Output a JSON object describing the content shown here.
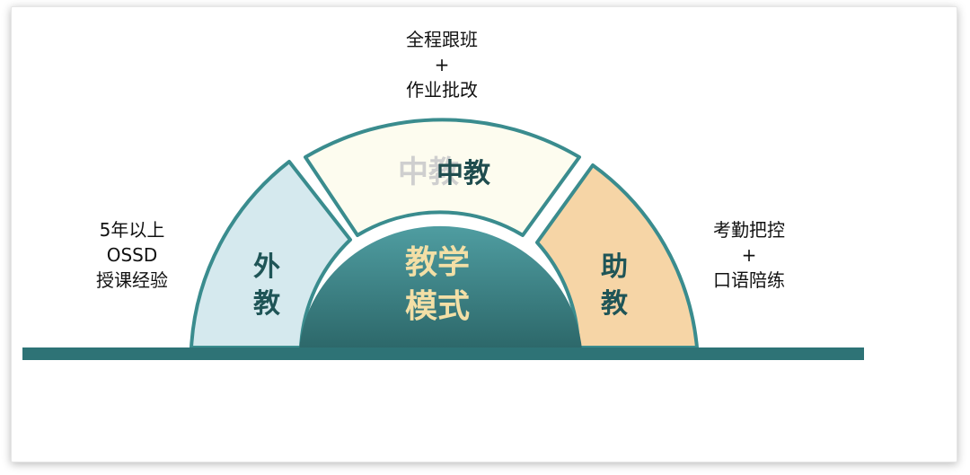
{
  "center": {
    "line1": "教学",
    "line2": "模式"
  },
  "left_segment": {
    "line1": "外",
    "line2": "教"
  },
  "top_segment": {
    "title": "中教",
    "ghost": "中教"
  },
  "right_segment": {
    "line1": "助",
    "line2": "教"
  },
  "left_note": {
    "line1": "5年以上",
    "line2": "OSSD",
    "line3": "授课经验"
  },
  "top_note": {
    "line1": "全程跟班",
    "line2": "+",
    "line3": "作业批改"
  },
  "right_note": {
    "line1": "考勤把控",
    "line2": "+",
    "line3": "口语陪练"
  },
  "colors": {
    "teal_dark": "#2c6f72",
    "teal": "#3a8c8e",
    "left_fill": "#d5e9ee",
    "top_fill": "#fdfcef",
    "right_fill": "#f6d5a6",
    "center_text": "#f3dfa6"
  }
}
